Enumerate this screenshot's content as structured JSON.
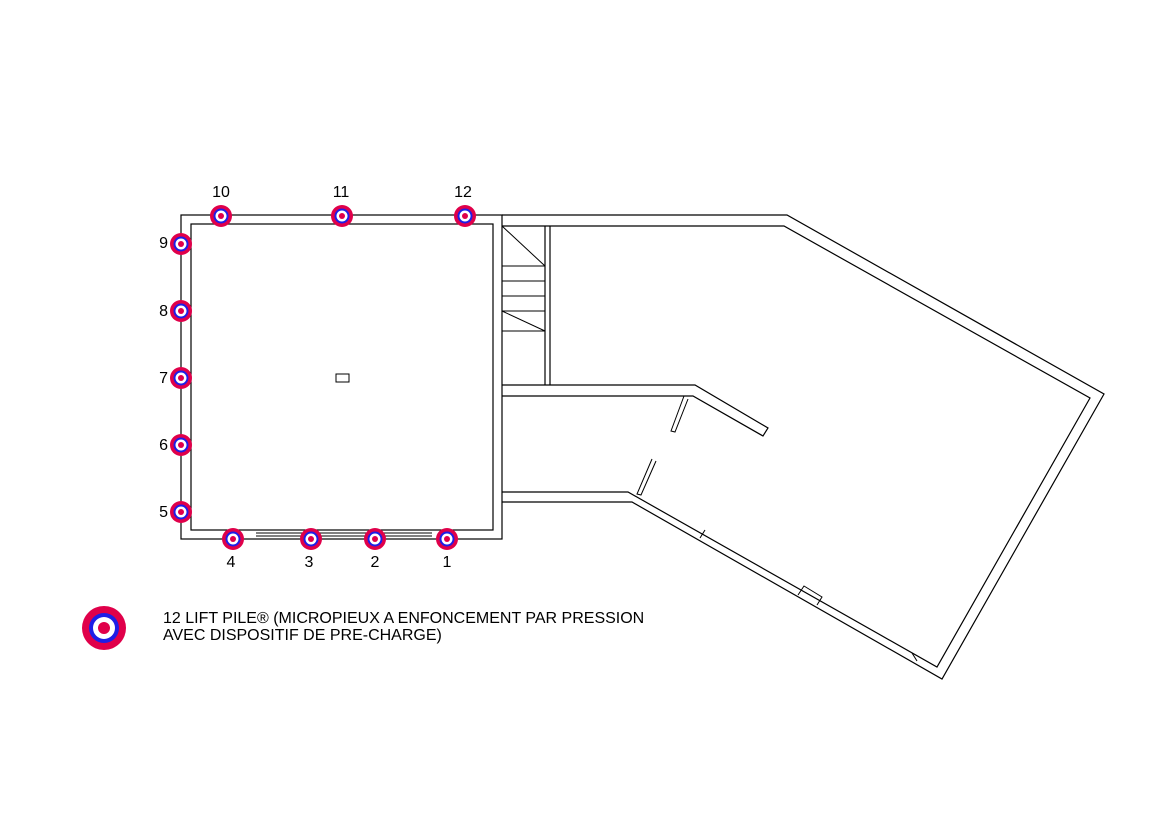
{
  "piles": [
    {
      "id": "1",
      "label": "1"
    },
    {
      "id": "2",
      "label": "2"
    },
    {
      "id": "3",
      "label": "3"
    },
    {
      "id": "4",
      "label": "4"
    },
    {
      "id": "5",
      "label": "5"
    },
    {
      "id": "6",
      "label": "6"
    },
    {
      "id": "7",
      "label": "7"
    },
    {
      "id": "8",
      "label": "8"
    },
    {
      "id": "9",
      "label": "9"
    },
    {
      "id": "10",
      "label": "10"
    },
    {
      "id": "11",
      "label": "11"
    },
    {
      "id": "12",
      "label": "12"
    }
  ],
  "legend": {
    "line1": "12 LIFT PILE® (MICROPIEUX A ENFONCEMENT PAR PRESSION",
    "line2": "AVEC DISPOSITIF DE PRE-CHARGE)"
  },
  "colors": {
    "pile_outer": "#e0004a",
    "pile_ring": "#1e1ee6",
    "pile_gap": "#ffffff",
    "pile_core": "#e0004a",
    "line": "#000000"
  }
}
